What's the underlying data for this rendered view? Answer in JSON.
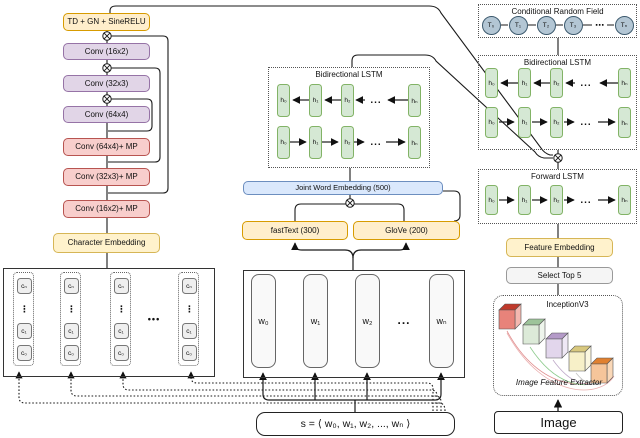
{
  "left": {
    "td": "TD + GN + SineRELU",
    "conv_a": "Conv (16x2)",
    "conv_b": "Conv (32x3)",
    "conv_c": "Conv (64x4)",
    "conv_d": "Conv (64x4)+ MP",
    "conv_e": "Conv (32x3)+ MP",
    "conv_f": "Conv (16x2)+ MP",
    "char_embedding": "Character Embedding"
  },
  "chars": {
    "cn": "cₙ",
    "c1": "c₁",
    "c0": "c₀",
    "vdots": "⋮",
    "hdots": "•••"
  },
  "mid": {
    "bilstm_title": "Bidirectional LSTM",
    "h0": "h₀",
    "h1": "h₁",
    "h2": "h₂",
    "hn": "hₙ",
    "dots": "...",
    "jwe": "Joint Word Embedding (500)",
    "fasttext": "fastText (300)",
    "glove": "GloVe (200)",
    "w0": "w₀",
    "w1": "w₁",
    "w2": "w₂",
    "wn": "wₙ",
    "wdots": "...",
    "sentence": "s = ⟨ w₀, w₁, w₂, ..., wₙ ⟩"
  },
  "right": {
    "crf_title": "Conditional Random Field",
    "t0": "T₀",
    "t1": "T₁",
    "t2": "T₂",
    "t3": "T₃",
    "tn": "Tₙ",
    "tdots": "⋯",
    "bilstm_title": "Bidirectional LSTM",
    "flstm_title": "Forward LSTM",
    "h0": "h₀",
    "h1": "h₁",
    "h2": "h₂",
    "hn": "hₙ",
    "dots": "...",
    "feature_embedding": "Feature Embedding",
    "select_top5": "Select Top 5",
    "inception": "InceptionV3",
    "extractor": "Image Feature Extractor",
    "image": "Image"
  }
}
